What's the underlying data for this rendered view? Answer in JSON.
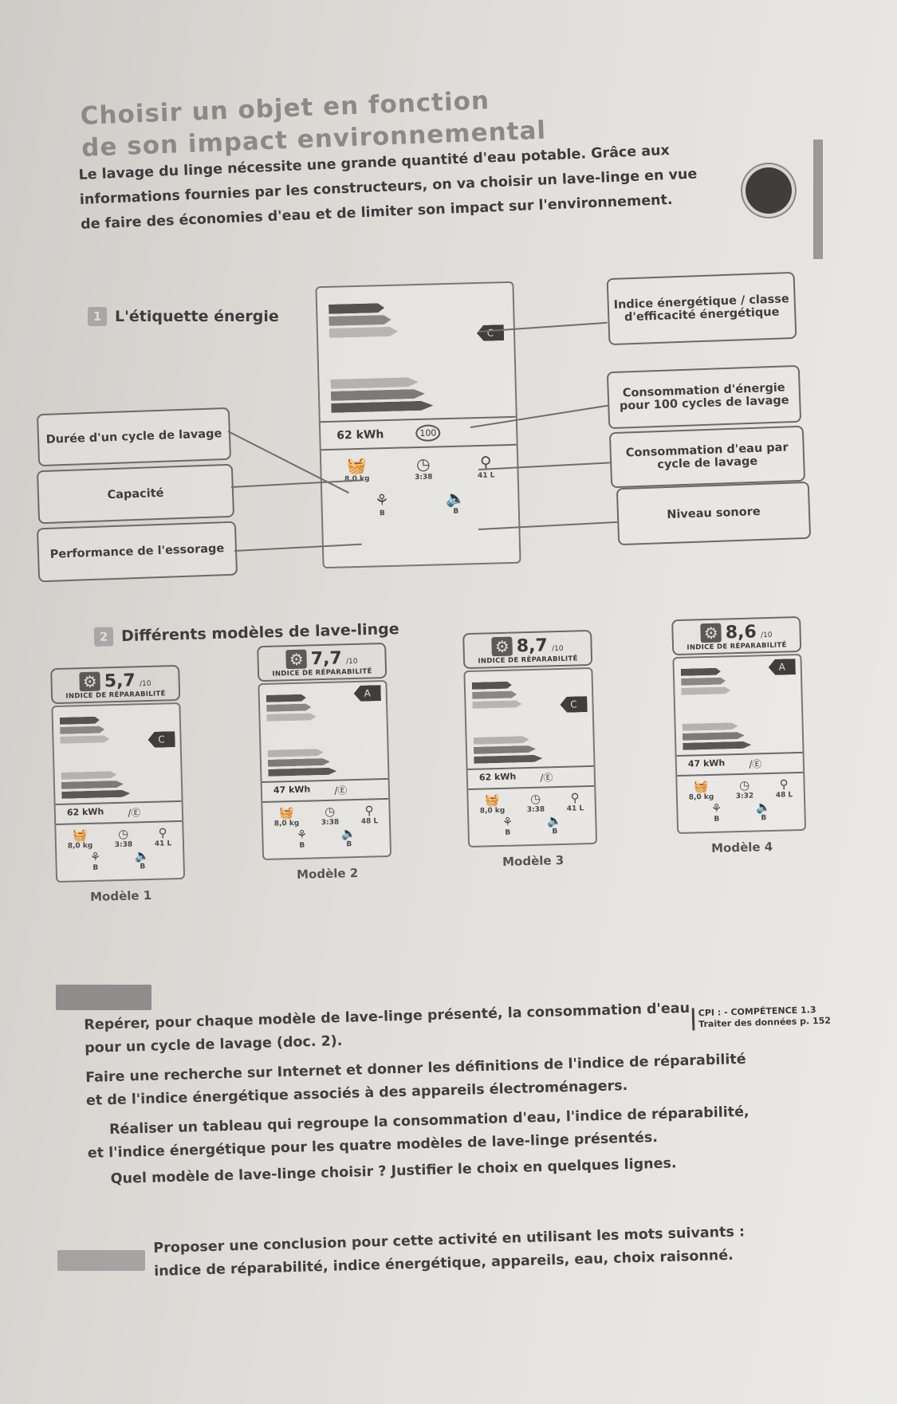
{
  "title_lines": [
    "Choisir un objet en fonction",
    "de son impact environnemental"
  ],
  "intro_lines": [
    "Le lavage du linge nécessite une grande quantité d'eau potable. Grâce aux",
    "informations fournies par les constructeurs, on va choisir un lave-linge en vue",
    "de faire des économies d'eau et de limiter son impact sur l'environnement."
  ],
  "doc1": {
    "number": "1",
    "heading": "L'étiquette énergie",
    "callouts": {
      "energy_class": "Indice énergétique / classe d'efficacité énergétique",
      "energy_consumption": "Consommation d'énergie pour 100 cycles de lavage",
      "water_consumption": "Consommation d'eau par cycle de lavage",
      "noise": "Niveau sonore",
      "duration": "Durée d'un cycle de lavage",
      "capacity": "Capacité",
      "spin": "Performance de l'essorage"
    },
    "label": {
      "class": "C",
      "kwh": "62 kWh",
      "per": "100",
      "capacity": "8,0 kg",
      "duration": "3:38",
      "water": "41 L",
      "spin": "B",
      "noise": "B"
    }
  },
  "doc2": {
    "number": "2",
    "heading": "Différents modèles de lave-linge",
    "rep_caption": "INDICE DE RÉPARABILITÉ",
    "models": [
      {
        "name": "Modèle 1",
        "repair": "5,7",
        "repair_max": "/10",
        "class": "C",
        "kwh": "62 kWh",
        "capacity": "8,0 kg",
        "duration": "3:38",
        "water": "41 L",
        "spin": "B",
        "noise": "B"
      },
      {
        "name": "Modèle 2",
        "repair": "7,7",
        "repair_max": "/10",
        "class": "A",
        "kwh": "47 kWh",
        "capacity": "8,0 kg",
        "duration": "3:38",
        "water": "48 L",
        "spin": "B",
        "noise": "B"
      },
      {
        "name": "Modèle 3",
        "repair": "8,7",
        "repair_max": "/10",
        "class": "C",
        "kwh": "62 kWh",
        "capacity": "8,0 kg",
        "duration": "3:38",
        "water": "41 L",
        "spin": "B",
        "noise": "B"
      },
      {
        "name": "Modèle 4",
        "repair": "8,6",
        "repair_max": "/10",
        "class": "A",
        "kwh": "47 kWh",
        "capacity": "8,0 kg",
        "duration": "3:32",
        "water": "48 L",
        "spin": "B",
        "noise": "B"
      }
    ]
  },
  "competence": {
    "line1": "CPI : - COMPÉTENCE 1.3",
    "line2": "Traiter des données p. 152"
  },
  "questions": [
    "Repérer, pour chaque modèle de lave-linge présenté, la consommation d'eau",
    "pour un cycle de lavage (doc. 2).",
    "Faire une recherche sur Internet et donner les définitions de l'indice de réparabilité",
    "et de l'indice énergétique associés à des appareils électroménagers.",
    "Réaliser un tableau qui regroupe la consommation d'eau, l'indice de réparabilité,",
    "et l'indice énergétique pour les quatre modèles de lave-linge présentés.",
    "Quel modèle de lave-linge choisir ? Justifier le choix en quelques lignes."
  ],
  "conclusion": [
    "Proposer une conclusion pour cette activité en utilisant les mots suivants :",
    "indice de réparabilité, indice énergétique, appareils, eau, choix raisonné."
  ],
  "colors": {
    "dark": "#3f3e3d",
    "paper": "#e2e0dd"
  }
}
